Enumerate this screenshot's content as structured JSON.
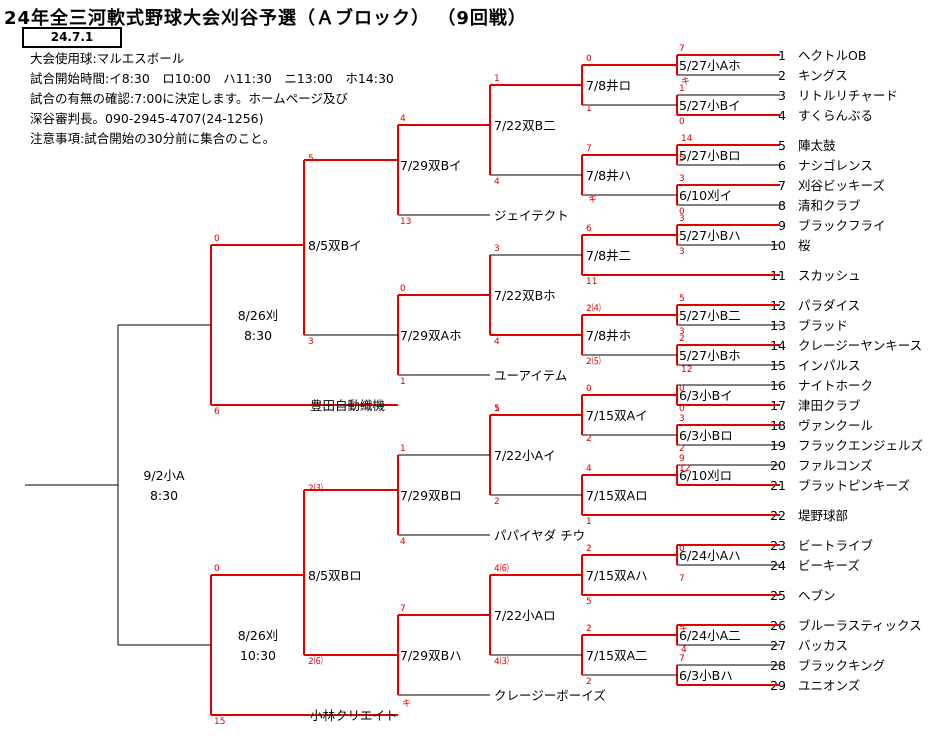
{
  "title": "24年全三河軟式野球大会刈谷予選（Ａブロック） （9回戦）",
  "date": "24.7.1",
  "info": [
    "大会使用球:マルエスボール",
    "試合開始時間:イ8:30　ロ10:00　ハ11:30　ニ13:00　ホ14:30",
    "試合の有無の確認:7:00に決定します。ホームページ及び",
    "深谷審判長。090-2945-4707(24-1256)",
    "注意事項:試合開始の30分前に集合のこと。"
  ],
  "teams": [
    {
      "no": "1",
      "name": "ヘクトルOB"
    },
    {
      "no": "2",
      "name": "キングス"
    },
    {
      "no": "3",
      "name": "リトルリチャード"
    },
    {
      "no": "4",
      "name": "すくらんぶる"
    },
    {
      "no": "5",
      "name": "陣太鼓"
    },
    {
      "no": "6",
      "name": "ナシゴレンス"
    },
    {
      "no": "7",
      "name": "刈谷ビッキーズ"
    },
    {
      "no": "8",
      "name": "清和クラブ"
    },
    {
      "no": "9",
      "name": "ブラックフライ"
    },
    {
      "no": "10",
      "name": "桜"
    },
    {
      "no": "11",
      "name": "スカッシュ"
    },
    {
      "no": "12",
      "name": "パラダイス"
    },
    {
      "no": "13",
      "name": "ブラッド"
    },
    {
      "no": "14",
      "name": "クレージーヤンキース"
    },
    {
      "no": "15",
      "name": "インパルス"
    },
    {
      "no": "16",
      "name": "ナイトホーク"
    },
    {
      "no": "17",
      "name": "津田クラブ"
    },
    {
      "no": "18",
      "name": "ヴァンクール"
    },
    {
      "no": "19",
      "name": "フラックエンジェルズ"
    },
    {
      "no": "20",
      "name": "ファルコンズ"
    },
    {
      "no": "21",
      "name": "ブラットピンキーズ"
    },
    {
      "no": "22",
      "name": "堤野球部"
    },
    {
      "no": "23",
      "name": "ビートライブ"
    },
    {
      "no": "24",
      "name": "ビーキーズ"
    },
    {
      "no": "25",
      "name": "ヘブン"
    },
    {
      "no": "26",
      "name": "ブルーラスティックス"
    },
    {
      "no": "27",
      "name": "バッカス"
    },
    {
      "no": "28",
      "name": "ブラックキング"
    },
    {
      "no": "29",
      "name": "ユニオンズ"
    }
  ],
  "advanced": [
    "ジェイテクト",
    "ユーアイテム",
    "豊田自動織機",
    "パパイヤダ チウ",
    "クレージーボーイズ",
    "小林クリエイト"
  ],
  "matches": {
    "r1": [
      "5/27小Aホ",
      "5/27小Bイ",
      "5/27小Bロ",
      "6/10刈イ",
      "5/27小Bハ",
      "5/27小B二",
      "5/27小Bホ",
      "6/3小Bイ",
      "6/3小Bロ",
      "6/10刈ロ",
      "6/24小Aハ",
      "6/24小A二",
      "6/3小Bハ"
    ],
    "r2": [
      "7/8井ロ",
      "7/8井ハ",
      "7/8井二",
      "7/8井ホ",
      "7/15双Aイ",
      "7/15双Aロ",
      "7/15双Aハ",
      "7/15双A二"
    ],
    "r3": [
      "7/22双B二",
      "7/22双Bホ",
      "7/22小Aイ",
      "7/22小Aロ"
    ],
    "r4": [
      "7/29双Bイ",
      "7/29双Aホ",
      "7/29双Bロ",
      "7/29双Bハ"
    ],
    "r5": [
      "8/5双Bイ",
      "8/5双Bロ"
    ],
    "semi": [
      [
        "8/26刈",
        "8:30"
      ],
      [
        "8/26刈",
        "10:30"
      ]
    ],
    "final": [
      "9/2小A",
      "8:30"
    ]
  },
  "scores": [
    "7",
    "キ",
    "1",
    "0",
    "14",
    "5",
    "3",
    "0",
    "3",
    "3",
    "5",
    "3",
    "2",
    "12",
    "0",
    "0",
    "3",
    "2",
    "9",
    "12",
    "0",
    "7",
    "キ",
    "4",
    "7",
    "0",
    "1",
    "7",
    "キ",
    "6",
    "11",
    "2⑷",
    "2⑸",
    "0",
    "2",
    "4",
    "1",
    "2",
    "5",
    "4⑹",
    "2",
    "2",
    "1",
    "1",
    "4",
    "3",
    "4",
    "5",
    "2",
    "4⑶",
    "4",
    "13",
    "0",
    "1",
    "1",
    "4",
    "7",
    "キ",
    "5",
    "3",
    "2⑶",
    "2⑹",
    "0",
    "6",
    "0",
    "15"
  ]
}
